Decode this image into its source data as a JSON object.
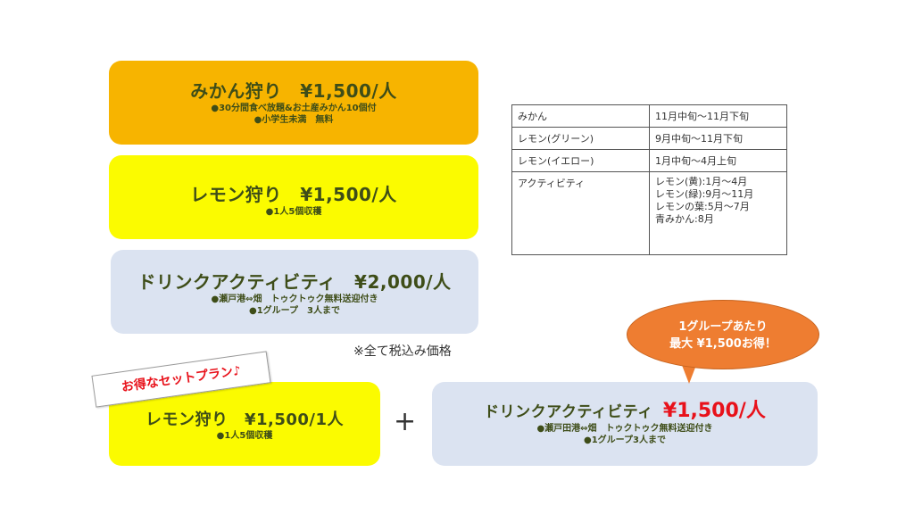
{
  "cards": {
    "mikan": {
      "title": "みかん狩り　¥1,500/人",
      "notes": [
        "●30分間食べ放題&お土産みかん10個付",
        "●小学生未満　無料"
      ]
    },
    "lemon": {
      "title": "レモン狩り　¥1,500/人",
      "notes": [
        "●1人5個収穫"
      ]
    },
    "drink": {
      "title": "ドリンクアクティビティ　¥2,000/人",
      "notes": [
        "●瀬戸港⇔畑　トゥクトゥク無料送迎付き",
        "●1グループ　3人まで"
      ]
    }
  },
  "tax_note": "※全て税込み価格",
  "season_table": [
    {
      "item": "みかん",
      "period": [
        "11月中旬〜11月下旬"
      ]
    },
    {
      "item": "レモン(グリーン)",
      "period": [
        "9月中旬〜11月下旬"
      ]
    },
    {
      "item": "レモン(イエロー)",
      "period": [
        "1月中旬〜4月上旬"
      ]
    },
    {
      "item": "アクティビティ",
      "period": [
        "レモン(黄):1月〜4月",
        "レモン(緑):9月〜11月",
        "レモンの葉:5月〜7月",
        "青みかん:8月"
      ]
    }
  ],
  "set_plan": {
    "banner": "お得なセットプラン♪",
    "lemon": {
      "title": "レモン狩り　¥1,500/1人",
      "note": "●1人5個収穫"
    },
    "plus": "+",
    "drink": {
      "title": "ドリンクアクティビティ",
      "price": "¥1,500/人",
      "notes": [
        "●瀬戸田港⇔畑　トゥクトゥク無料送迎付き",
        "●1グループ3人まで"
      ]
    },
    "bubble": [
      "1グループあたり",
      "最大 ¥1,500お得！"
    ]
  },
  "colors": {
    "mikan": "#f7b400",
    "lemon": "#fbfb00",
    "drink": "#dbe3f1",
    "bubble": "#ee7d31",
    "price_red": "#e8111a"
  }
}
